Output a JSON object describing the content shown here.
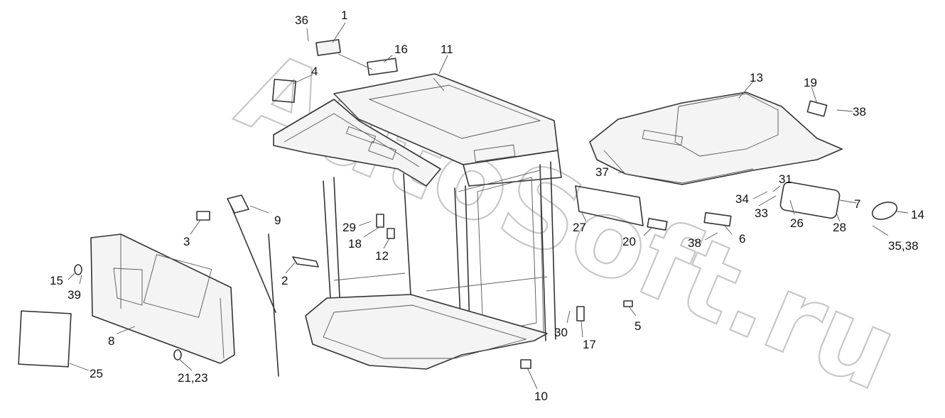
{
  "watermark": "AutoSoft.ru",
  "callouts": [
    {
      "id": "36",
      "label": "36"
    },
    {
      "id": "1",
      "label": "1"
    },
    {
      "id": "16",
      "label": "16"
    },
    {
      "id": "11",
      "label": "11"
    },
    {
      "id": "4",
      "label": "4"
    },
    {
      "id": "13",
      "label": "13"
    },
    {
      "id": "19",
      "label": "19"
    },
    {
      "id": "38a",
      "label": "38"
    },
    {
      "id": "37",
      "label": "37"
    },
    {
      "id": "31",
      "label": "31"
    },
    {
      "id": "34",
      "label": "34"
    },
    {
      "id": "7",
      "label": "7"
    },
    {
      "id": "14",
      "label": "14"
    },
    {
      "id": "33",
      "label": "33"
    },
    {
      "id": "26",
      "label": "26"
    },
    {
      "id": "28",
      "label": "28"
    },
    {
      "id": "35_38",
      "label": "35,38"
    },
    {
      "id": "27",
      "label": "27"
    },
    {
      "id": "20",
      "label": "20"
    },
    {
      "id": "38b",
      "label": "38"
    },
    {
      "id": "6",
      "label": "6"
    },
    {
      "id": "9",
      "label": "9"
    },
    {
      "id": "29",
      "label": "29"
    },
    {
      "id": "3",
      "label": "3"
    },
    {
      "id": "18",
      "label": "18"
    },
    {
      "id": "12",
      "label": "12"
    },
    {
      "id": "2",
      "label": "2"
    },
    {
      "id": "15",
      "label": "15"
    },
    {
      "id": "39",
      "label": "39"
    },
    {
      "id": "8",
      "label": "8"
    },
    {
      "id": "25",
      "label": "25"
    },
    {
      "id": "21_23",
      "label": "21,23"
    },
    {
      "id": "30",
      "label": "30"
    },
    {
      "id": "17",
      "label": "17"
    },
    {
      "id": "5",
      "label": "5"
    },
    {
      "id": "10",
      "label": "10"
    }
  ]
}
